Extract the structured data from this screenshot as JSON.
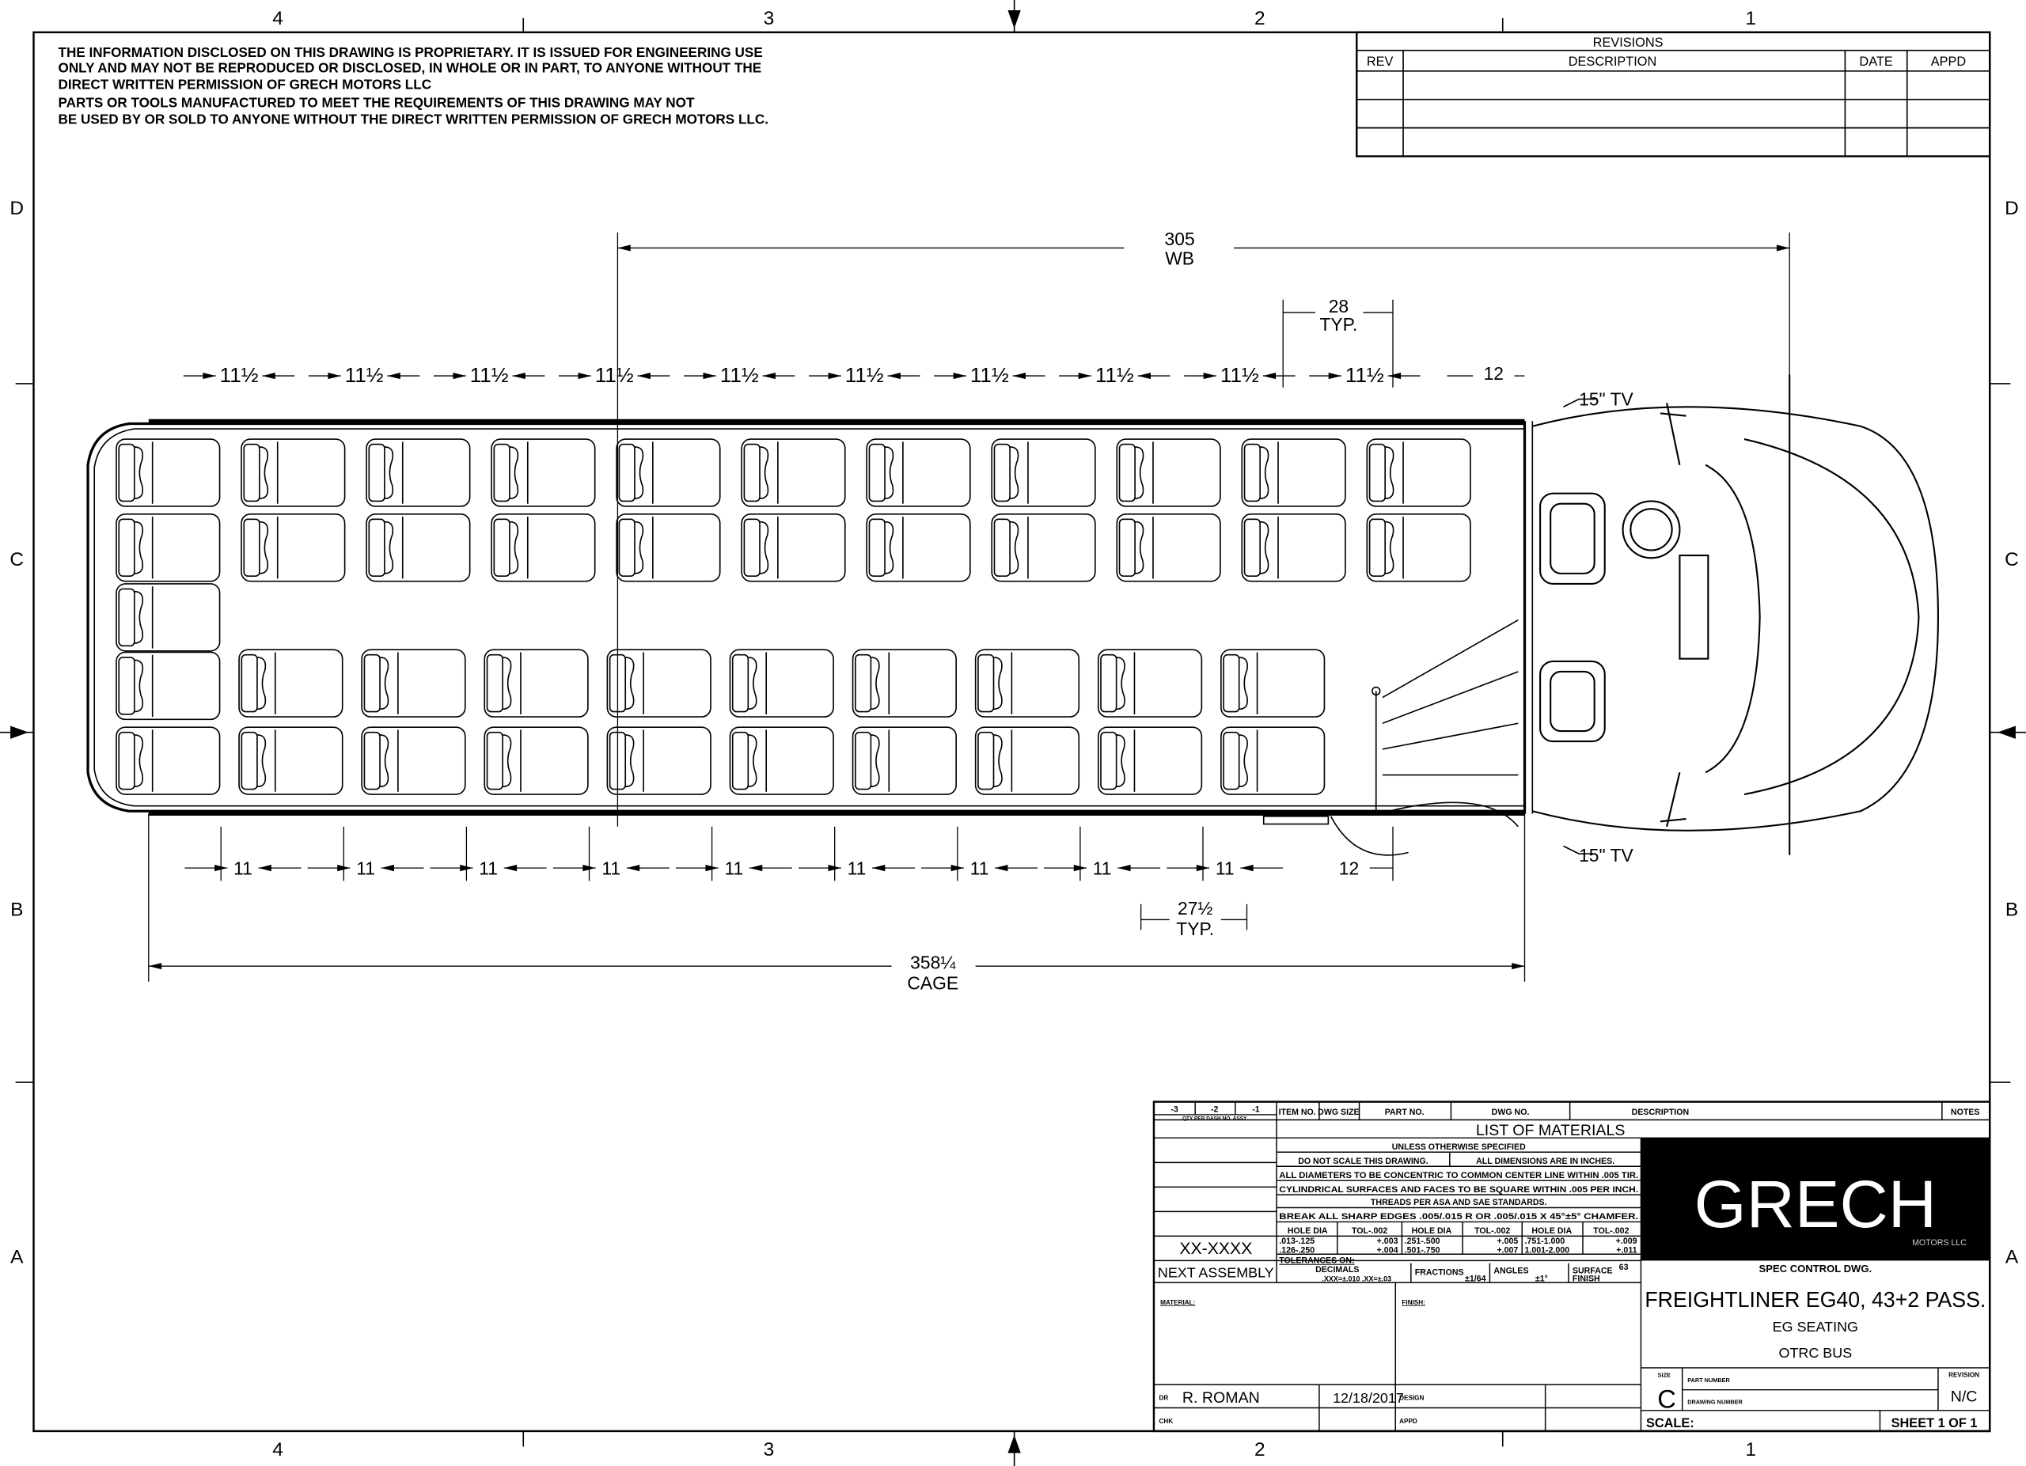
{
  "zones": {
    "columns": [
      "4",
      "3",
      "2",
      "1"
    ],
    "rows": [
      "D",
      "C",
      "B",
      "A"
    ]
  },
  "proprietary_notice": [
    "THE INFORMATION DISCLOSED ON THIS DRAWING IS PROPRIETARY. IT IS ISSUED FOR ENGINEERING USE",
    "ONLY AND MAY NOT BE REPRODUCED OR DISCLOSED, IN WHOLE OR IN PART, TO ANYONE WITHOUT THE",
    "DIRECT WRITTEN PERMISSION OF GRECH MOTORS LLC",
    "PARTS OR TOOLS MANUFACTURED TO MEET THE REQUIREMENTS OF THIS DRAWING MAY NOT",
    "BE USED BY OR SOLD TO ANYONE WITHOUT THE DIRECT WRITTEN PERMISSION OF GRECH MOTORS LLC."
  ],
  "revisions": {
    "title": "REVISIONS",
    "headers": [
      "REV",
      "DESCRIPTION",
      "DATE",
      "APPD"
    ]
  },
  "dimensions": {
    "wheelbase_value": "305",
    "wheelbase_label": "WB",
    "pitch_top_value": "28",
    "pitch_top_label": "TYP.",
    "top_spacings": [
      "11½",
      "11½",
      "11½",
      "11½",
      "11½",
      "11½",
      "11½",
      "11½",
      "11½",
      "11½"
    ],
    "top_end": "12",
    "bottom_spacings": [
      "11",
      "11",
      "11",
      "11",
      "11",
      "11",
      "11",
      "11",
      "11"
    ],
    "bottom_end": "12",
    "pitch_bottom_value": "27½",
    "pitch_bottom_label": "TYP.",
    "cage_value": "358¼",
    "cage_label": "CAGE",
    "tv_top": "15\" TV",
    "tv_bottom": "15\" TV"
  },
  "title_block": {
    "qty_cols": [
      "-3",
      "-2",
      "-1"
    ],
    "qty_caption": "QTY PER DASH NO. ASSY",
    "bom_headers": {
      "item_no": "ITEM NO.",
      "dwg_size": "DWG SIZE",
      "part_no": "PART NO.",
      "dwg_no": "DWG NO.",
      "description": "DESCRIPTION",
      "notes": "NOTES"
    },
    "list_of_materials": "LIST OF MATERIALS",
    "general_notes": {
      "unless": "UNLESS OTHERWISE SPECIFIED",
      "do_not_scale": "DO NOT SCALE THIS DRAWING.",
      "inches": "ALL DIMENSIONS ARE IN INCHES.",
      "concentric": "ALL DIAMETERS TO BE CONCENTRIC TO COMMON CENTER LINE WITHIN .005 TIR.",
      "square": "CYLINDRICAL SURFACES AND FACES TO BE SQUARE WITHIN .005 PER INCH.",
      "threads": "THREADS PER ASA AND SAE STANDARDS.",
      "edges": "BREAK ALL SHARP EDGES .005/.015 R OR .005/.015 X 45°±5° CHAMFER."
    },
    "hole_table": {
      "headers": [
        "HOLE DIA",
        "TOL-.002",
        "HOLE DIA",
        "TOL-.002",
        "HOLE DIA",
        "TOL-.002"
      ],
      "row1": [
        ".013-.125",
        "+.003",
        ".251-.500",
        "+.005",
        ".751-1.000",
        "+.009"
      ],
      "row2": [
        ".126-.250",
        "+.004",
        ".501-.750",
        "+.007",
        "1.001-2.000",
        "+.011"
      ]
    },
    "assembly_number": "XX-XXXX",
    "next_assembly": "NEXT ASSEMBLY",
    "tolerances": {
      "label": "TOLERANCES ON:",
      "decimals": "DECIMALS",
      "decimals_values": ".XXX=±.010   .XX=±.03",
      "fractions": "FRACTIONS",
      "fractions_value": "±1/64",
      "angles": "ANGLES",
      "angles_value": "±1°",
      "surface": "SURFACE",
      "finish": "FINISH",
      "surface_value": "63"
    },
    "material_label": "MATERIAL:",
    "finish_label": "FINISH:",
    "dr_label": "DR",
    "drawn_by": "R. ROMAN",
    "date": "12/18/2017",
    "design_label": "DESIGN",
    "chk_label": "CHK",
    "appd_label": "APPD",
    "logo": {
      "name": "GRECH",
      "sub": "MOTORS LLC"
    },
    "spec": "SPEC CONTROL DWG.",
    "title": "FREIGHTLINER EG40, 43+2 PASS.",
    "subtitle1": "EG SEATING",
    "subtitle2": "OTRC BUS",
    "size_label": "SIZE",
    "size": "C",
    "part_number_label": "PART NUMBER",
    "drawing_number_label": "DRAWING NUMBER",
    "revision_label": "REVISION",
    "revision": "N/C",
    "scale_label": "SCALE:",
    "sheet": "SHEET 1 OF 1"
  }
}
